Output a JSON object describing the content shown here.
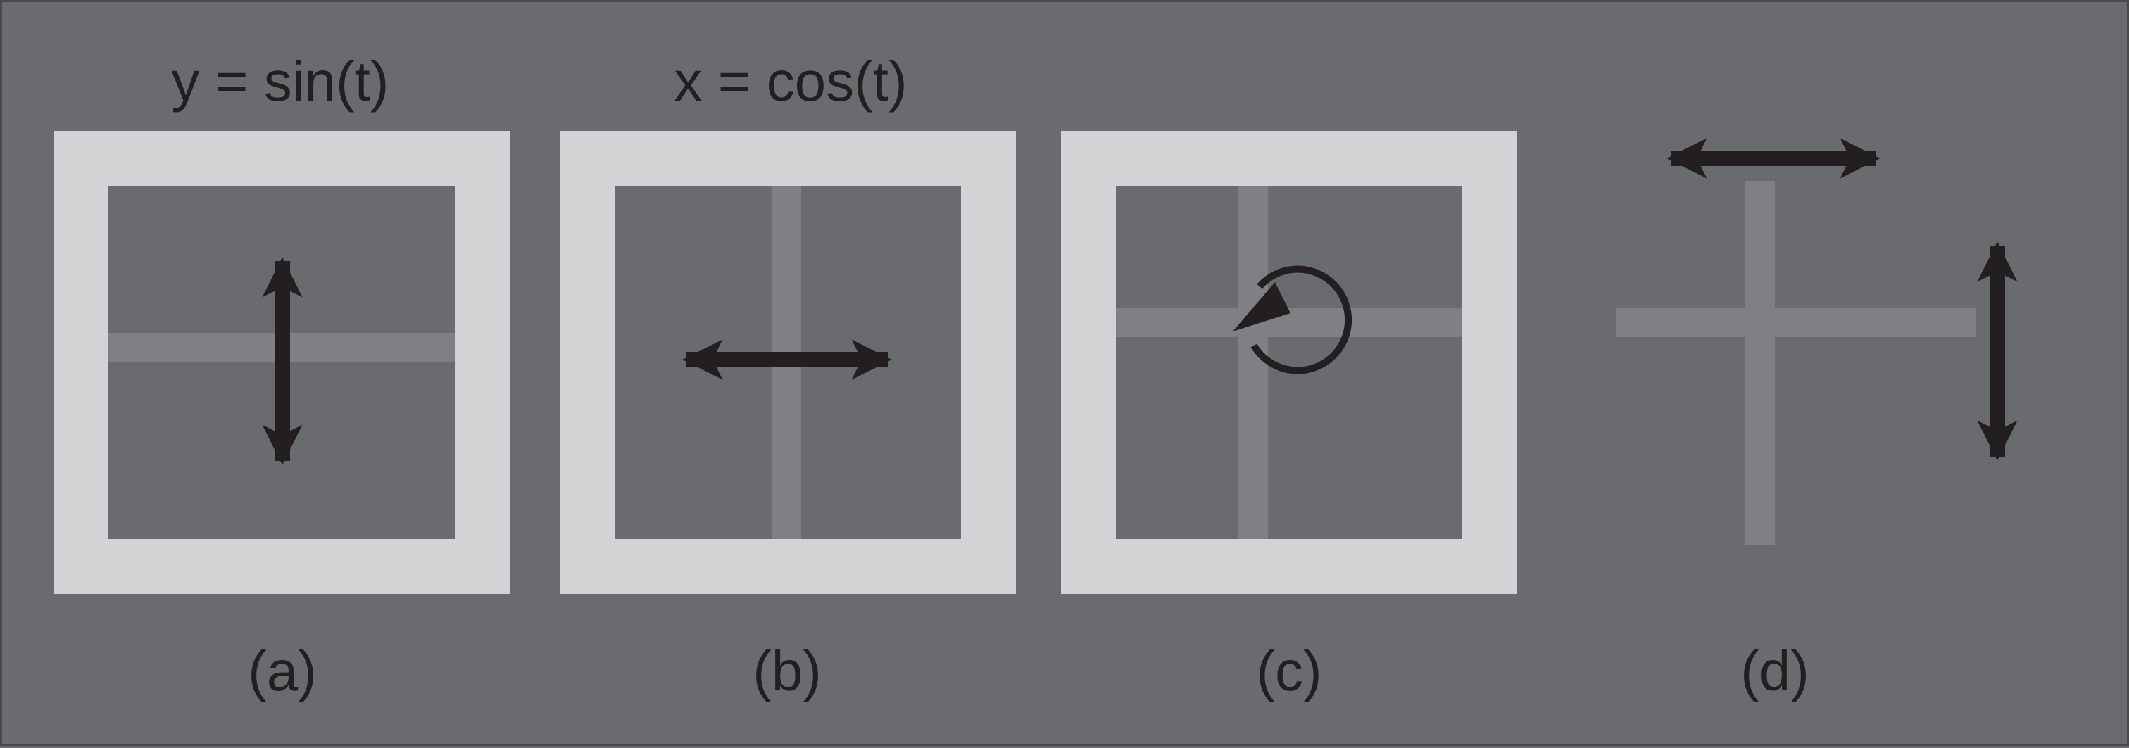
{
  "colors": {
    "background": "#6a6b6f",
    "frame": "#d2d3d5",
    "crosshair": "#7f8084",
    "arrow": "#231f20",
    "text": "#231f20"
  },
  "equations": {
    "sin": "y = sin(t)",
    "cos": "x = cos(t)"
  },
  "panels": [
    {
      "label": "(a)",
      "motion": "vertical-oscillation"
    },
    {
      "label": "(b)",
      "motion": "horizontal-oscillation"
    },
    {
      "label": "(c)",
      "motion": "circular-rotation"
    },
    {
      "label": "(d)",
      "motion": "horizontal-and-vertical-oscillation"
    }
  ]
}
